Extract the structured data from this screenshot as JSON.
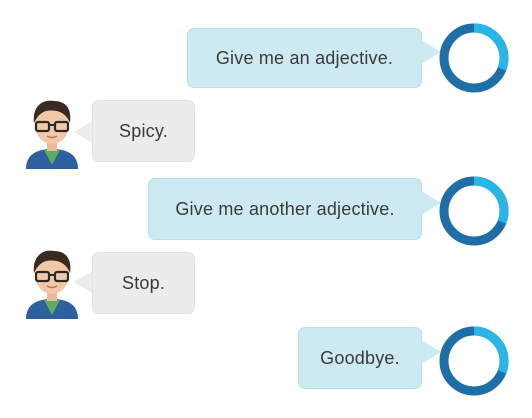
{
  "conversation": {
    "messages": [
      {
        "speaker": "bot",
        "text": "Give me an adjective."
      },
      {
        "speaker": "user",
        "text": "Spicy."
      },
      {
        "speaker": "bot",
        "text": "Give me another adjective."
      },
      {
        "speaker": "user",
        "text": "Stop."
      },
      {
        "speaker": "bot",
        "text": "Goodbye."
      }
    ]
  },
  "colors": {
    "bot_bubble": "#cdeaf2",
    "user_bubble": "#ececec",
    "ring_dark": "#1e6fa8",
    "ring_light": "#29b6e6"
  },
  "icons": {
    "bot": "assistant-ring-icon",
    "user": "user-avatar-icon"
  }
}
